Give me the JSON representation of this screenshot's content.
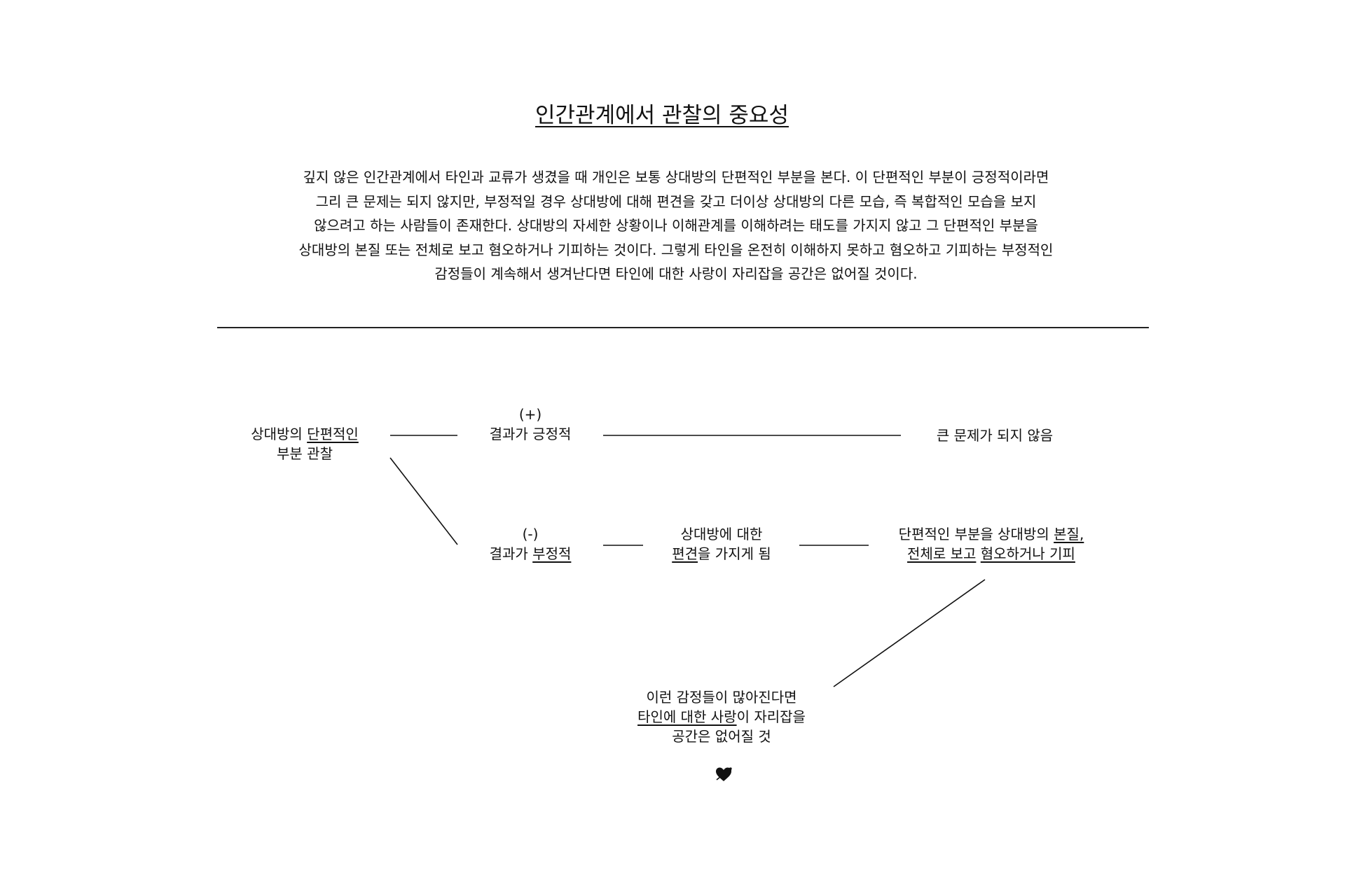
{
  "title": "인간관계에서 관찰의 중요성",
  "intro": [
    "깊지 않은 인간관계에서 타인과 교류가 생겼을 때 개인은 보통 상대방의 단편적인 부분을 본다. 이 단편적인 부분이 긍정적이라면",
    "그리 큰 문제는 되지 않지만, 부정적일 경우 상대방에 대해 편견을 갖고 더이상 상대방의 다른 모습, 즉 복합적인 모습을 보지",
    "않으려고 하는 사람들이 존재한다. 상대방의 자세한 상황이나 이해관계를 이해하려는 태도를 가지지 않고 그 단편적인 부분을",
    "상대방의 본질 또는 전체로 보고 혐오하거나 기피하는 것이다. 그렇게 타인을 온전히 이해하지 못하고 혐오하고 기피하는 부정적인",
    "감정들이 계속해서 생겨난다면 타인에 대한 사랑이 자리잡을 공간은 없어질 것이다."
  ],
  "diagram": {
    "start": {
      "line1_a": "상대방의 ",
      "line1_b": "단편적인",
      "line2": "부분 관찰"
    },
    "positive": {
      "sign": "(+)",
      "label": "결과가 긍정적",
      "result": "큰 문제가 되지 않음"
    },
    "negative": {
      "sign": "(-)",
      "label_a": "결과가 ",
      "label_b": "부정적",
      "bias_line1": "상대방에 대한",
      "bias_line2_a": "편견",
      "bias_line2_b": "을 가지게 됨",
      "essence_line1_a": "단편적인 부분을 상대방의 ",
      "essence_line1_b": "본질,",
      "essence_line2_a": "전체로 보고",
      "essence_line2_b": " ",
      "essence_line2_c": "혐오하거나 기피"
    },
    "conclusion": {
      "line1": "이런 감정들이 많아진다면",
      "line2_a": "타인에 대한 사랑",
      "line2_b": "이 자리잡을",
      "line3": "공간은 없어질 것"
    },
    "heart_icon": "heart-with-arrow-icon",
    "line_color": "#111111"
  }
}
